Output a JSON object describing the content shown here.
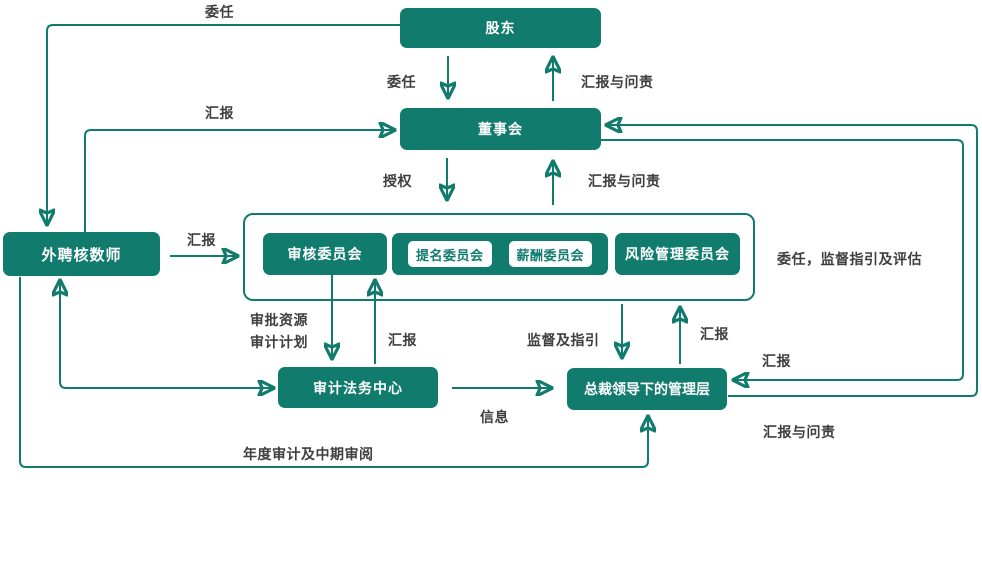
{
  "diagram": {
    "type": "governance-structure-flowchart",
    "colors": {
      "accent": "#117c6d",
      "node_fill": "#117c6d",
      "node_text": "#ffffff",
      "chip_fill": "#ffffff",
      "chip_text": "#117c6d",
      "edge_label_text": "#3e3e3e",
      "background": "#ffffff"
    },
    "nodes": {
      "shareholders": {
        "label": "股东"
      },
      "board": {
        "label": "董事会"
      },
      "audit_committee": {
        "label": "审核委员会"
      },
      "nomination_committee": {
        "label": "提名委员会"
      },
      "remuneration_committee": {
        "label": "薪酬委员会"
      },
      "risk_committee": {
        "label": "风险管理委员会"
      },
      "external_auditor": {
        "label": "外聘核数师"
      },
      "audit_legal_center": {
        "label": "审计法务中心"
      },
      "management": {
        "label": "总裁领导下的管理层"
      }
    },
    "edges": [
      {
        "from": "股东",
        "to": "外聘核数师",
        "label": "委任"
      },
      {
        "from": "外聘核数师",
        "to": "董事会",
        "label": "汇报"
      },
      {
        "from": "股东",
        "to": "董事会",
        "label": "委任"
      },
      {
        "from": "董事会",
        "to": "股东",
        "label": "汇报与问责"
      },
      {
        "from": "董事会",
        "to": "专门委员会",
        "label": "授权"
      },
      {
        "from": "专门委员会",
        "to": "董事会",
        "label": "汇报与问责"
      },
      {
        "from": "外聘核数师",
        "to": "审核委员会",
        "label": "汇报"
      },
      {
        "from": "审核委员会",
        "to": "审计法务中心",
        "label": "审批资源\n审计计划"
      },
      {
        "from": "审计法务中心",
        "to": "审核委员会",
        "label": "汇报"
      },
      {
        "from": "专门委员会",
        "to": "总裁领导下的管理层",
        "label": "监督及指引"
      },
      {
        "from": "总裁领导下的管理层",
        "to": "专门委员会",
        "label": "汇报"
      },
      {
        "from": "董事会",
        "to": "总裁领导下的管理层",
        "label": "委任，监督指引及评估"
      },
      {
        "from": "董事会",
        "to": "总裁领导下的管理层",
        "label": "汇报"
      },
      {
        "from": "总裁领导下的管理层",
        "to": "董事会",
        "label": "汇报与问责"
      },
      {
        "from": "审计法务中心",
        "to": "总裁领导下的管理层",
        "label": "信息"
      },
      {
        "from": "外聘核数师",
        "to": "总裁领导下的管理层",
        "label": "年度审计及中期审阅"
      },
      {
        "from": "外聘核数师",
        "to": "审计法务中心",
        "label": "",
        "bidirectional": true
      }
    ]
  }
}
